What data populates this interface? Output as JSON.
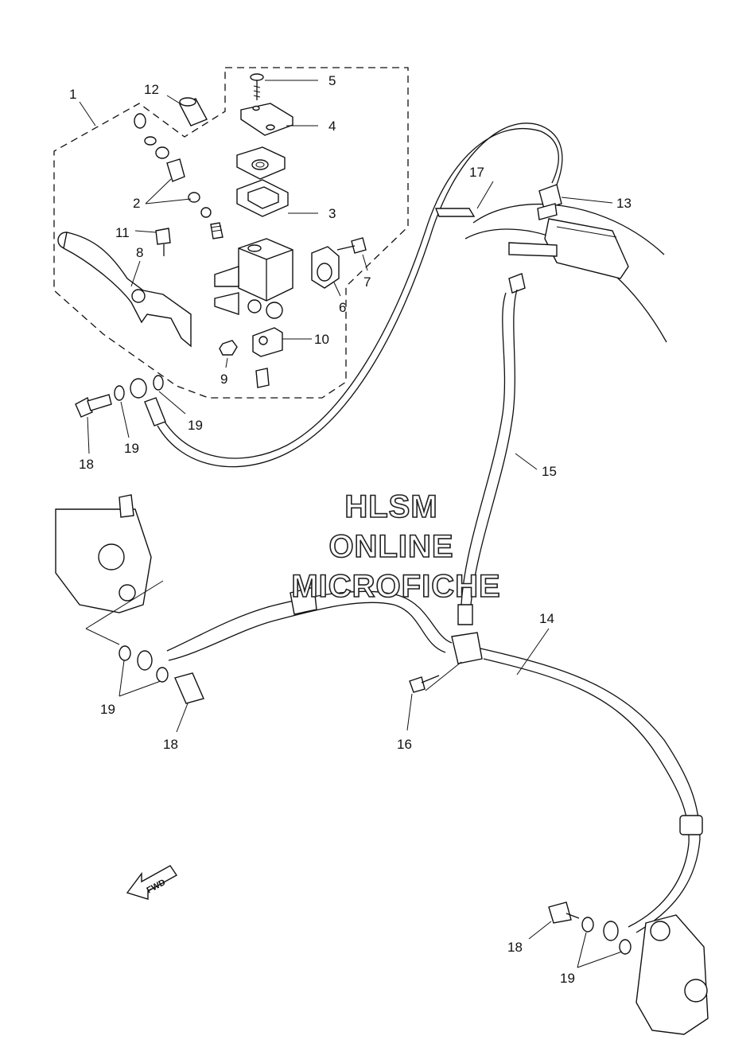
{
  "diagram": {
    "watermark": [
      "HLSM",
      "ONLINE",
      "MICROFICHE"
    ],
    "direction_marker": "FWD",
    "callouts": [
      {
        "id": "c1",
        "label": "1"
      },
      {
        "id": "c2",
        "label": "2"
      },
      {
        "id": "c3",
        "label": "3"
      },
      {
        "id": "c4",
        "label": "4"
      },
      {
        "id": "c5",
        "label": "5"
      },
      {
        "id": "c6",
        "label": "6"
      },
      {
        "id": "c7",
        "label": "7"
      },
      {
        "id": "c8",
        "label": "8"
      },
      {
        "id": "c9",
        "label": "9"
      },
      {
        "id": "c10",
        "label": "10"
      },
      {
        "id": "c11",
        "label": "11"
      },
      {
        "id": "c12",
        "label": "12"
      },
      {
        "id": "c13",
        "label": "13"
      },
      {
        "id": "c14",
        "label": "14"
      },
      {
        "id": "c15",
        "label": "15"
      },
      {
        "id": "c16",
        "label": "16"
      },
      {
        "id": "c17",
        "label": "17"
      },
      {
        "id": "c18a",
        "label": "18"
      },
      {
        "id": "c18b",
        "label": "18"
      },
      {
        "id": "c18c",
        "label": "18"
      },
      {
        "id": "c19a",
        "label": "19"
      },
      {
        "id": "c19b",
        "label": "19"
      },
      {
        "id": "c19c",
        "label": "19"
      },
      {
        "id": "c19d",
        "label": "19"
      }
    ]
  }
}
